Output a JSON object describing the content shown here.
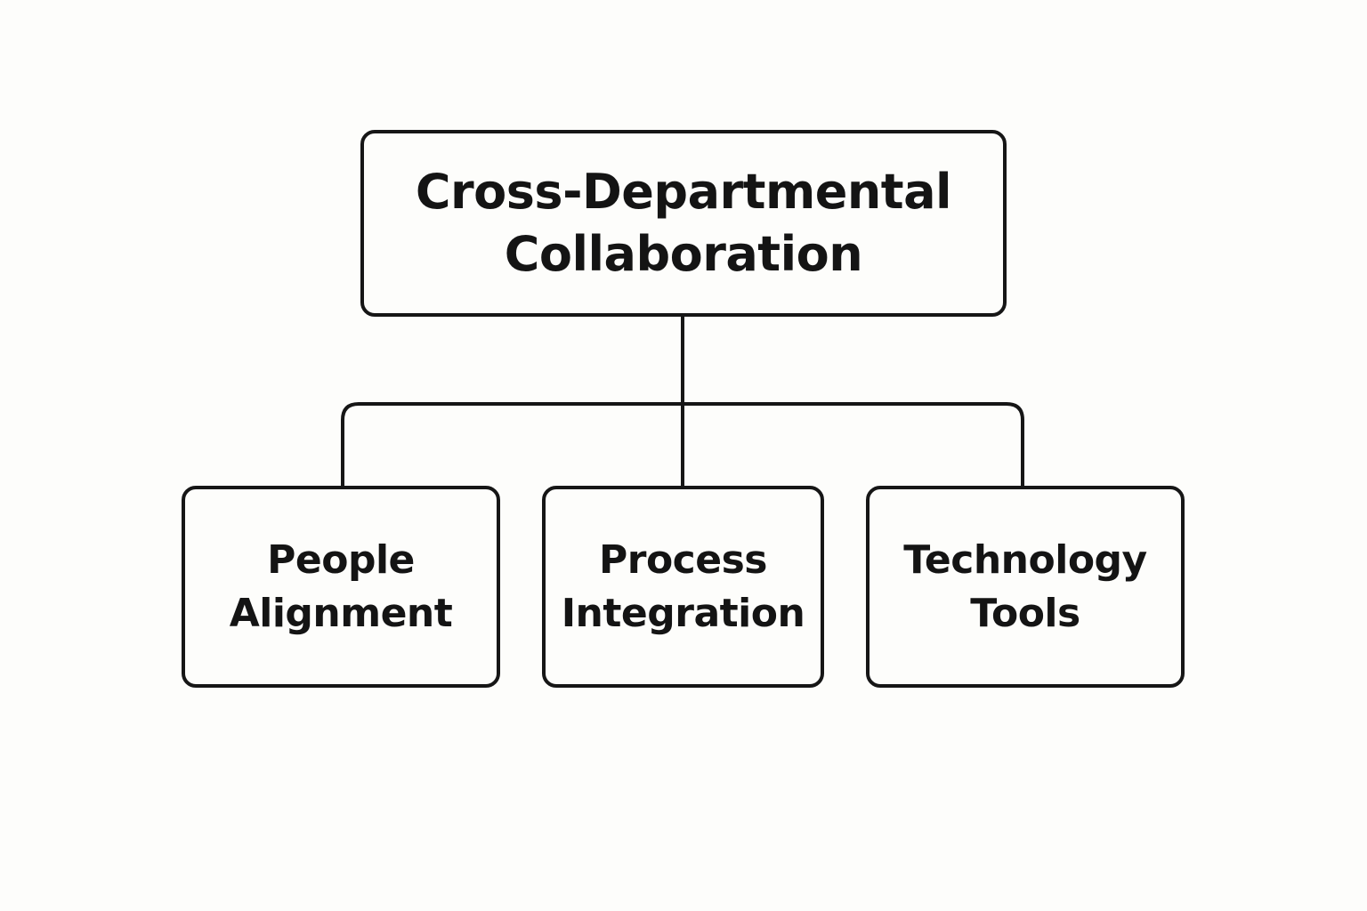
{
  "diagram": {
    "root": {
      "label": "Cross-Departmental\nCollaboration"
    },
    "children": [
      {
        "label": "People\nAlignment"
      },
      {
        "label": "Process\nIntegration"
      },
      {
        "label": "Technology\nTools"
      }
    ]
  },
  "colors": {
    "background": "#fdfdfb",
    "stroke": "#161616",
    "text": "#141414"
  }
}
